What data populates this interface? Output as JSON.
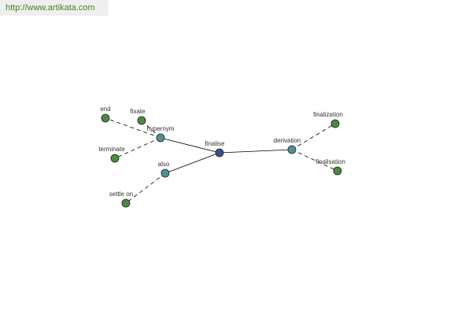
{
  "watermark": {
    "text": "http://www.artikata.com"
  },
  "colors": {
    "center": "#3a4c8c",
    "relation": "#4f9097",
    "leaf": "#4a8a3c",
    "edge": "#000000"
  },
  "graph": {
    "center": {
      "id": "finalise",
      "label": "finalise"
    },
    "relations": [
      {
        "id": "hypernym",
        "label": "hypernym"
      },
      {
        "id": "also",
        "label": "also"
      },
      {
        "id": "derivation",
        "label": "derivation"
      }
    ],
    "leaves": [
      {
        "id": "end",
        "label": "end",
        "parent": "hypernym"
      },
      {
        "id": "fixate",
        "label": "fixate",
        "parent": "hypernym"
      },
      {
        "id": "terminate",
        "label": "terminate",
        "parent": "hypernym"
      },
      {
        "id": "settle_on",
        "label": "settle on",
        "parent": "also"
      },
      {
        "id": "finalization",
        "label": "finalization",
        "parent": "derivation"
      },
      {
        "id": "finalisation",
        "label": "finalisation",
        "parent": "derivation"
      }
    ]
  }
}
